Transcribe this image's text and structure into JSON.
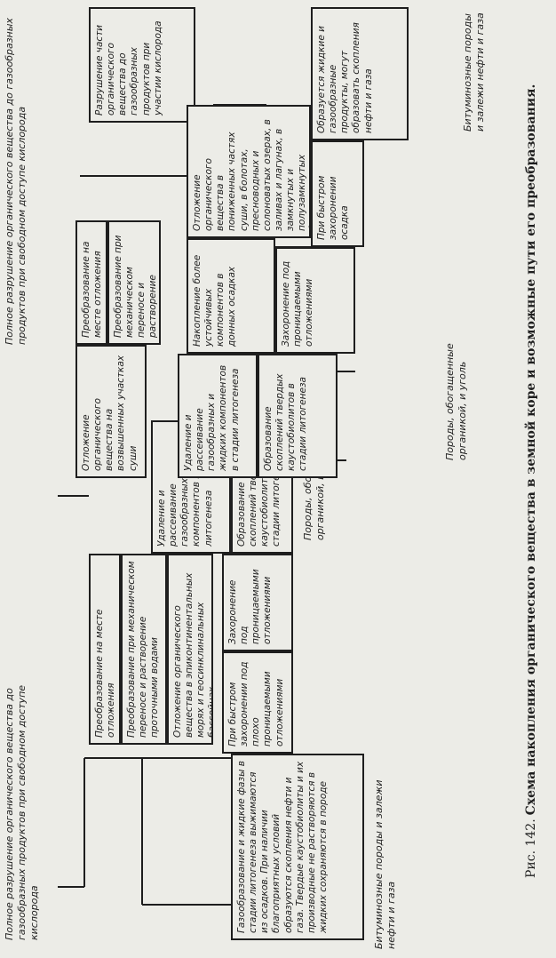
{
  "caption": {
    "figure_number": "Рис. 142.",
    "title": "Схема накопления органического вещества в земной коре и возможные пути его преобразования."
  },
  "left_branch": {
    "top_note": "Полное разрушение органического вещества до газообразных продуктов при свободном доступе кислорода",
    "transform_on_site": "Преобразование на месте отложения",
    "transform_transport": "Преобразование при механическом переносе и растворение проточными водами",
    "deposition": "Отложение органического вещества в эпиконтинентальных морях и геосинклинальных бассейнах",
    "rapid_burial": "При быстром захоронении под плохо проницаемыми отложениями",
    "burial_permeable": "Захоронение под проницаемыми отложениями",
    "removal": "Удаление и рассеивание газообразных и жидких компонентов в стадии литогенеза",
    "coals": "Образование скоплений твердых каустобиолитов в стадии литогенеза",
    "oil_gas": "Газообразование и жидкие фазы в стадии литогенеза выжимаются из осадков. При наличии благоприятных условий образуются скопления нефти и газа. Твердые каустобиолиты и их производные не растворяются в жидких сохраняются в породе",
    "bottom_note": "Битуминозные породы и залежи нефти и газа",
    "coal_note": "Породы, обогащенные органикой, и уголь"
  },
  "right_branch": {
    "top_note": "Полное разрушение органического вещества до газообразных продуктов при свободном доступе кислорода",
    "deposition_land": "Отложение органического вещества на возвышенных участках суши",
    "transform_on_site": "Преобразование на месте отложения",
    "transform_transport": "Преобразование при механическом переносе и растворение проточными водами",
    "destruction": "Разрушение части органического вещества до газообразных продуктов при участии кислорода",
    "deposition_low": "Отложение органического вещества в пониженных частях суши, в болотах, пресноводных и солоноватых озерах, в заливах и лагунах, в замкнутых и полузамкнутых бассейнах",
    "accumulation": "Накопление более устойчивых компонентов в донных осадках",
    "removal": "Удаление и рассеивание газообразных и жидких компонентов в стадии литогенеза",
    "coals": "Образование скоплений твердых каустобиолитов в стадии литогенеза",
    "burial_permeable": "Захоронение под проницаемыми отложениями",
    "rapid_burial": "При быстром захоронении осадка",
    "oil_gas": "Образуется жидкие и газообразные продукты, могут образовать скопления нефти и газа",
    "bottom_note": "Битуминозные породы и залежи нефти и газа",
    "coal_note": "Породы, обогащенные органикой, и уголь"
  }
}
